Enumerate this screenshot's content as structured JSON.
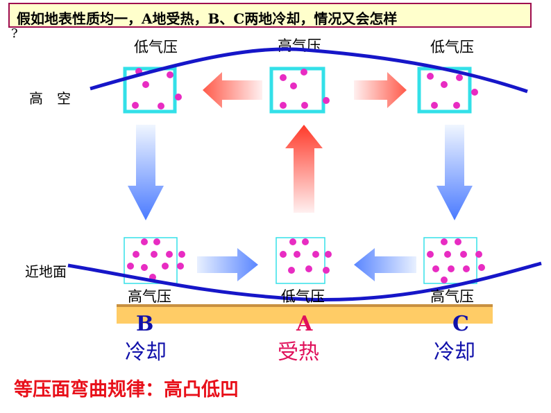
{
  "title": "假如地表性质均一，A地受热，B、C两地冷却，情况又会怎样",
  "title_tail": "?",
  "upper": {
    "row_label": "高　空",
    "left_pressure": "低气压",
    "middle_pressure": "高气压",
    "right_pressure": "低气压"
  },
  "lower": {
    "row_label": "近地面",
    "left_pressure": "高气压",
    "middle_pressure": "低气压",
    "right_pressure": "高气压"
  },
  "places": [
    {
      "letter": "B",
      "state": "冷却"
    },
    {
      "letter": "A",
      "state": "受热"
    },
    {
      "letter": "C",
      "state": "冷却"
    }
  ],
  "rule": "等压面弯曲规律：高凸低凹",
  "colors": {
    "isobar": "#1616c8",
    "box_border": "#33e0e8",
    "dot": "#e82cc2",
    "cold_text": "#1111aa",
    "hot_text": "#e0105a",
    "ground": "#ffcc66",
    "rule_text": "#e8101a"
  }
}
